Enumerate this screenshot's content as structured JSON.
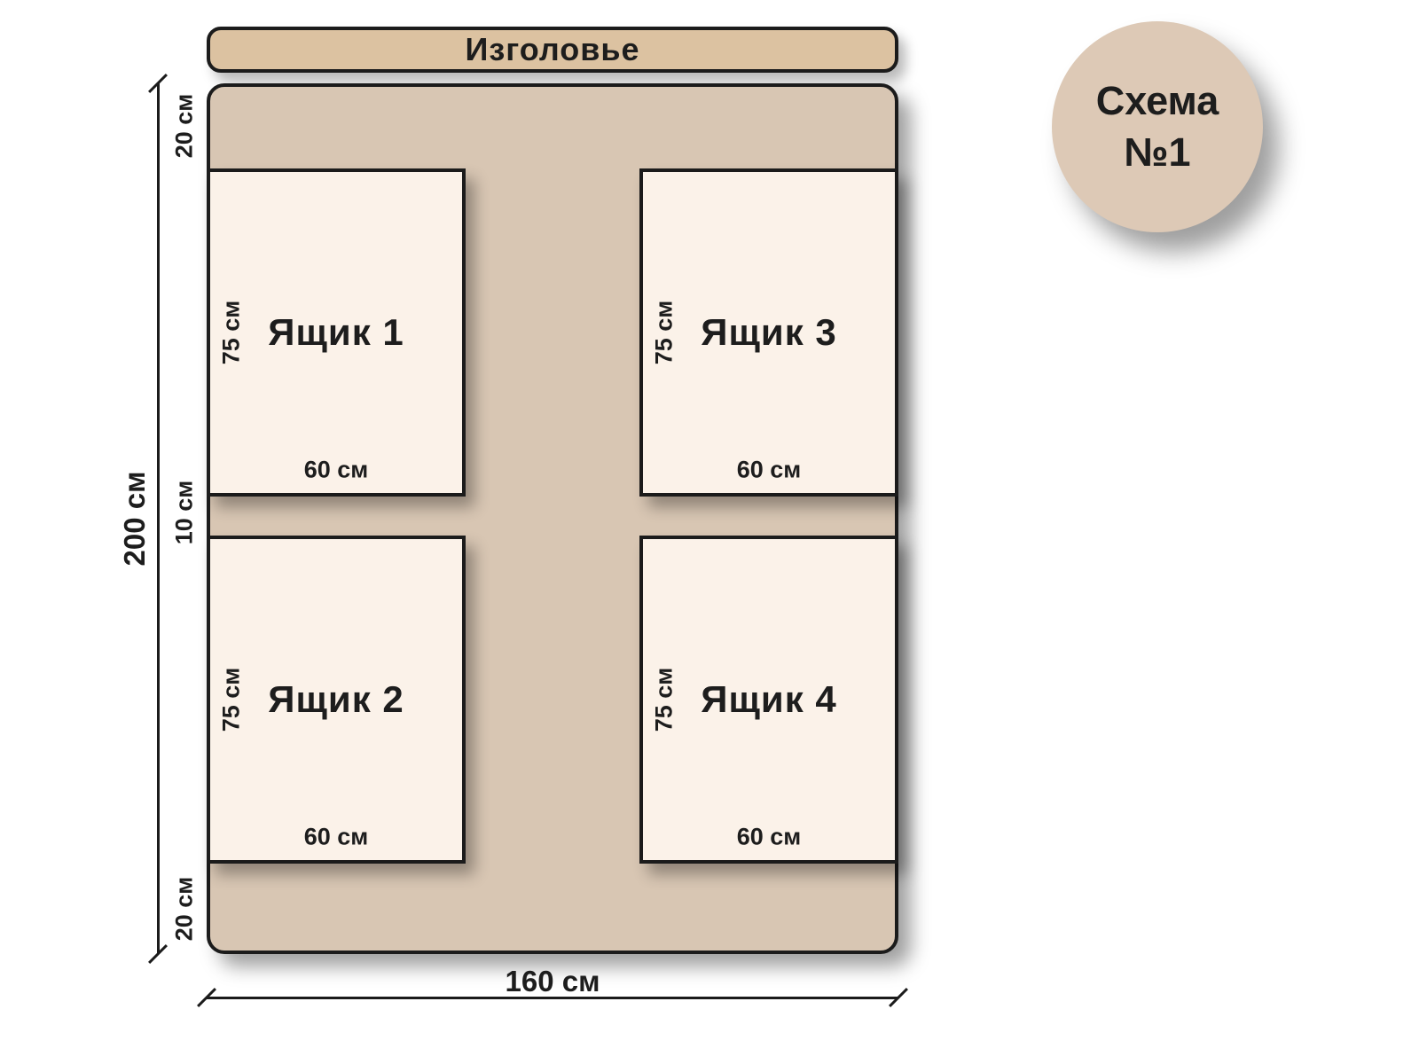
{
  "badge": {
    "line1": "Схема",
    "line2": "№1"
  },
  "headboard": {
    "label": "Изголовье"
  },
  "drawers": [
    {
      "label": "Ящик 1",
      "height_label": "75 см",
      "width_label": "60 см"
    },
    {
      "label": "Ящик 2",
      "height_label": "75 см",
      "width_label": "60 см"
    },
    {
      "label": "Ящик 3",
      "height_label": "75 см",
      "width_label": "60 см"
    },
    {
      "label": "Ящик 4",
      "height_label": "75 см",
      "width_label": "60 см"
    }
  ],
  "dimensions": {
    "total_height": "200 см",
    "total_width": "160 см",
    "top_margin": "20 см",
    "middle_gap": "10 см",
    "bottom_margin": "20 см"
  },
  "colors": {
    "bed-fill": "#d8c6b3",
    "headboard-fill": "#dcc2a1",
    "drawer-fill": "#fbf2e9",
    "badge-fill": "#ddc9b6",
    "line": "#1b1b1b",
    "text": "#1d1d1d"
  }
}
